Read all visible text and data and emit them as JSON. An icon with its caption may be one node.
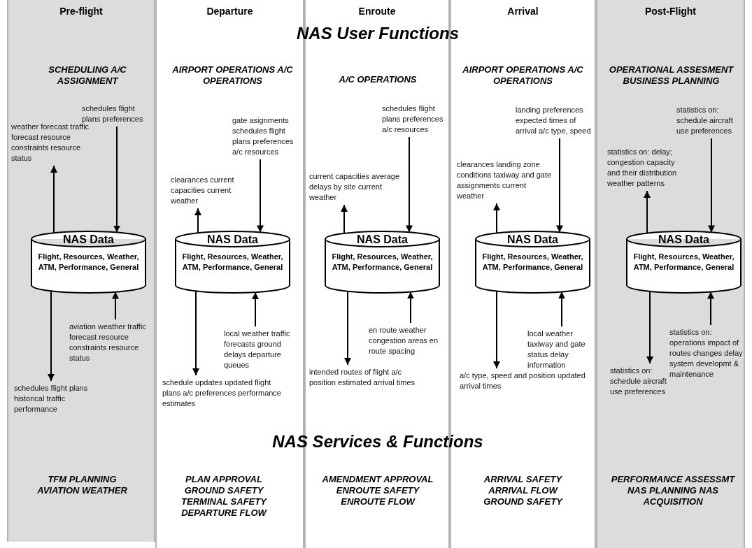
{
  "diagram": {
    "nodes": [
      {
        "text": [
          "Pre-flight"
        ]
      },
      {
        "text": [
          "weather forecast traffic forecast resource constraints resource status"
        ],
        "in": 0
      },
      {
        "text": [
          "schedules flight plans preferences"
        ],
        "in": 0
      },
      {
        "text": [
          "NAS Data",
          "Flight, Resources, Weather, ATM, Performance, General"
        ],
        "in": 0
      },
      {
        "text": [
          "aviation weather traffic forecast resource constraints resource status"
        ],
        "in": 0
      },
      {
        "text": [
          "schedules flight plans historical traffic performance"
        ],
        "in": 0
      },
      {
        "text": [
          "Departure"
        ]
      },
      {
        "text": [
          "clearances current capacities current weather"
        ],
        "in": 6
      },
      {
        "text": [
          "gate asignments schedules flight plans preferences a/c resources"
        ],
        "in": 6
      },
      {
        "text": [
          "NAS Data",
          "Flight, Resources, Weather, ATM, Performance, General"
        ],
        "in": 6
      },
      {
        "text": [
          "local weather traffic forecasts ground delays departure queues"
        ],
        "in": 6
      },
      {
        "text": [
          "schedule updates updated flight plans a/c preferences performance estimates"
        ],
        "in": 6
      },
      {
        "text": [
          "Enroute"
        ]
      },
      {
        "text": [
          "current capacities average delays by site current weather"
        ],
        "in": 12
      },
      {
        "text": [
          "schedules flight plans preferences a/c resources"
        ],
        "in": 12
      },
      {
        "text": [
          "NAS Data",
          "Flight, Resources, Weather, ATM, Performance, General"
        ],
        "in": 12
      },
      {
        "text": [
          "en route weather congestion areas en route spacing"
        ],
        "in": 12
      },
      {
        "text": [
          "intended routes of flight a/c position estimated arrival times"
        ],
        "in": 12
      },
      {
        "text": [
          "Arrival"
        ]
      },
      {
        "text": [
          "clearances landing zone conditions taxiway and gate assignments current weather"
        ],
        "in": 18
      },
      {
        "text": [
          "landing preferences expected times of arrival a/c type, speed"
        ],
        "in": 18
      },
      {
        "text": [
          "NAS Data",
          "Flight, Resources, Weather, ATM, Performance, General"
        ],
        "in": 18
      },
      {
        "text": [
          "local weather taxiway and gate status delay information"
        ],
        "in": 18
      },
      {
        "text": [
          "a/c type, speed and position updated arrival times"
        ],
        "in": 18
      },
      {
        "text": [
          "Post-Flight"
        ]
      },
      {
        "text": [
          "statistics on: delay; congestion capacity and their distribution weather patterns"
        ],
        "in": 24
      },
      {
        "text": [
          "statistics on: schedule aircraft use preferences"
        ],
        "in": 24
      },
      {
        "text": [
          "NAS Data",
          "Flight, Resources, Weather, ATM, Performance, General"
        ],
        "in": 24
      },
      {
        "text": [
          "statistics on: operations impact of routes changes delay system developmt & maintenance"
        ],
        "in": 24
      },
      {
        "text": [
          "statistics on: schedule aircraft use preferences"
        ],
        "in": 24
      }
    ],
    "edges": [
      {
        "from": 3,
        "to": 1,
        "arrow": "to"
      },
      {
        "from": 2,
        "to": 3,
        "arrow": "to"
      },
      {
        "from": 4,
        "to": 3,
        "arrow": "to"
      },
      {
        "from": 3,
        "to": 5,
        "arrow": "to"
      },
      {
        "from": 9,
        "to": 7,
        "arrow": "to"
      },
      {
        "from": 8,
        "to": 9,
        "arrow": "to"
      },
      {
        "from": 10,
        "to": 9,
        "arrow": "to"
      },
      {
        "from": 9,
        "to": 11,
        "arrow": "to"
      },
      {
        "from": 15,
        "to": 13,
        "arrow": "to"
      },
      {
        "from": 14,
        "to": 15,
        "arrow": "to"
      },
      {
        "from": 16,
        "to": 15,
        "arrow": "to"
      },
      {
        "from": 15,
        "to": 17,
        "arrow": "to"
      },
      {
        "from": 21,
        "to": 19,
        "arrow": "to"
      },
      {
        "from": 20,
        "to": 21,
        "arrow": "to"
      },
      {
        "from": 22,
        "to": 21,
        "arrow": "to"
      },
      {
        "from": 21,
        "to": 23,
        "arrow": "to"
      },
      {
        "from": 27,
        "to": 25,
        "arrow": "to"
      },
      {
        "from": 26,
        "to": 27,
        "arrow": "to"
      },
      {
        "from": 28,
        "to": 27,
        "arrow": "to"
      },
      {
        "from": 27,
        "to": 29,
        "arrow": "to"
      }
    ],
    "labels": [
      "NAS User Functions",
      "SCHEDULING A/C ASSIGNMENT",
      "AIRPORT OPERATIONS A/C OPERATIONS",
      "A/C OPERATIONS",
      "AIRPORT OPERATIONS A/C OPERATIONS",
      "OPERATIONAL ASSESMENT BUSINESS PLANNING",
      "NAS Services & Functions",
      "TFM PLANNING AVIATION WEATHER",
      "PLAN APPROVAL GROUND SAFETY TERMINAL SAFETY DEPARTURE FLOW",
      "AMENDMENT APPROVAL ENROUTE SAFETY ENROUTE FLOW",
      "ARRIVAL SAFETY ARRIVAL FLOW GROUND SAFETY",
      "PERFORMANCE ASSESSMT NAS PLANNING NAS ACQUISITION"
    ]
  }
}
